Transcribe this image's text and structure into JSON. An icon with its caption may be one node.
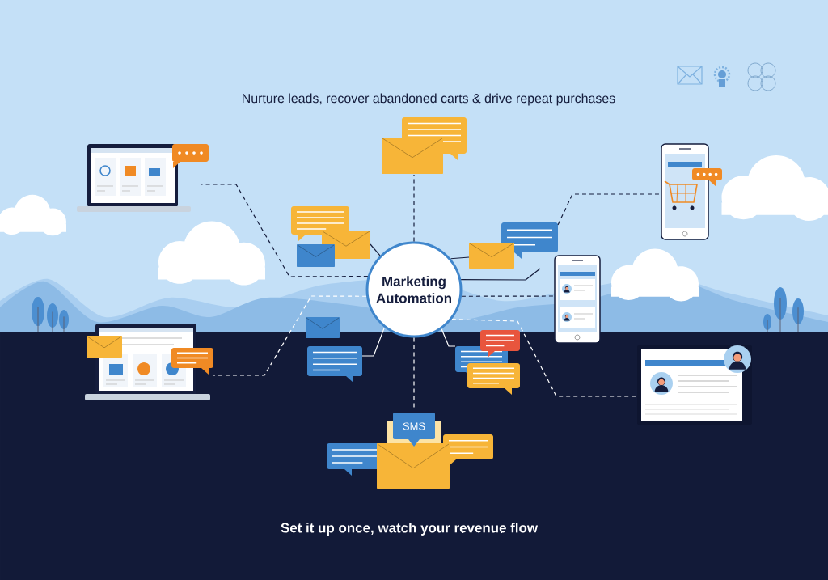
{
  "diagram": {
    "title": "Nurture leads, recover abandoned carts & drive repeat purchases",
    "caption": "Set it up once, watch your revenue flow",
    "nodes": [
      {
        "text": [
          "Marketing Automation"
        ]
      },
      {
        "text": [],
        "shape": "picture"
      },
      {
        "text": [],
        "shape": "picture"
      },
      {
        "text": [],
        "shape": "picture"
      },
      {
        "text": [],
        "shape": "picture"
      },
      {
        "text": [],
        "shape": "picture"
      },
      {
        "text": [],
        "shape": "picture"
      },
      {
        "text": [],
        "shape": "picture"
      },
      {
        "text": [],
        "shape": "picture"
      },
      {
        "text": [],
        "shape": "picture"
      },
      {
        "text": [],
        "shape": "picture"
      },
      {
        "text": [
          "SMS"
        ]
      }
    ],
    "edges": [
      {
        "from": 0,
        "to": 1,
        "arrow": "none",
        "style": "dashed"
      },
      {
        "from": 0,
        "to": 2,
        "arrow": "none",
        "style": "dashed"
      },
      {
        "from": 0,
        "to": 4,
        "arrow": "none"
      },
      {
        "from": 0,
        "to": 5,
        "arrow": "none"
      },
      {
        "from": 0,
        "to": 5,
        "arrow": "none"
      },
      {
        "from": 5,
        "to": 3,
        "arrow": "none",
        "style": "dashed"
      },
      {
        "from": 0,
        "to": 6,
        "arrow": "none",
        "style": "dashed"
      },
      {
        "from": 0,
        "to": 7,
        "arrow": "none",
        "style": "dashed",
        "color": "#ffffff"
      },
      {
        "from": 0,
        "to": 8,
        "arrow": "none",
        "color": "#ffffff"
      },
      {
        "from": 0,
        "to": 9,
        "arrow": "none",
        "color": "#ffffff"
      },
      {
        "from": 0,
        "to": 10,
        "arrow": "none",
        "style": "dashed",
        "color": "#ffffff"
      },
      {
        "from": 0,
        "to": 11,
        "arrow": "none",
        "style": "dashed",
        "color": "#ffffff"
      }
    ]
  }
}
